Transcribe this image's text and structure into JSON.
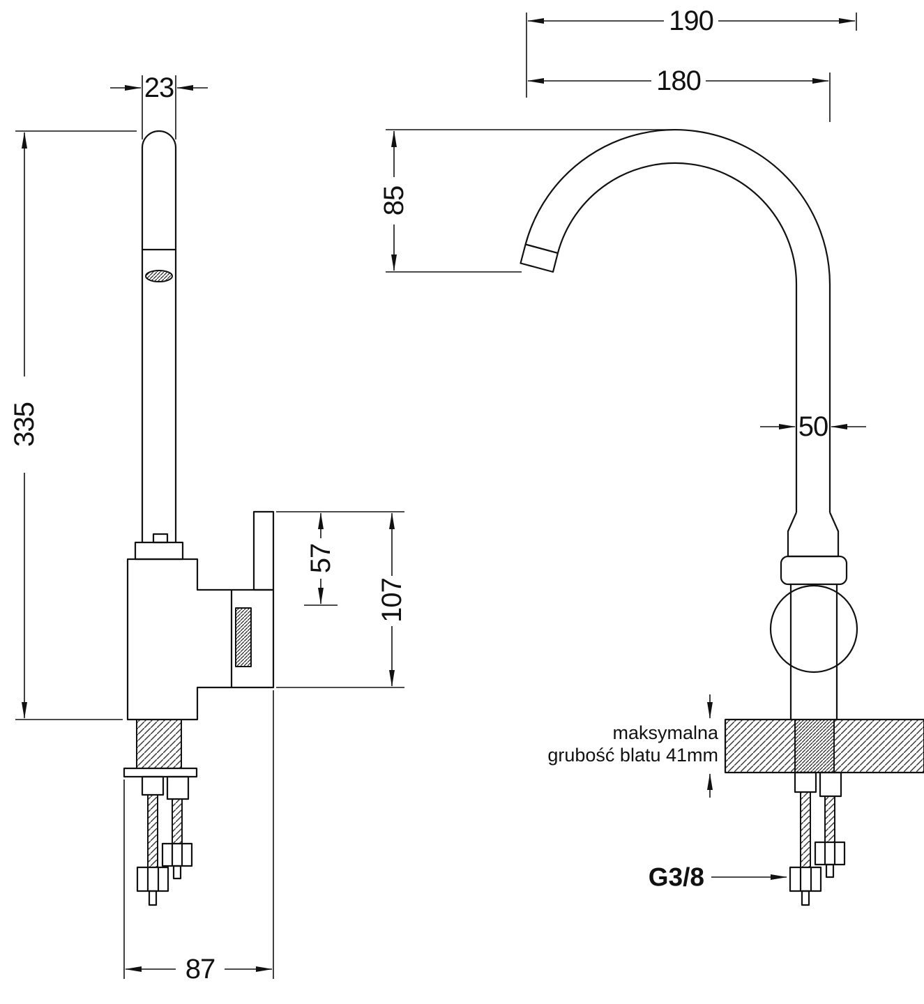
{
  "drawing": {
    "background": "#ffffff",
    "line_color": "#111111",
    "labels": {
      "dim_spout_pipe_width": "23",
      "dim_total_height": "335",
      "dim_handle_height": "57",
      "dim_body_height": "107",
      "dim_base_depth": "87",
      "dim_reach_outer": "190",
      "dim_reach_inner": "180",
      "dim_spout_drop": "85",
      "dim_column_width": "50",
      "note_line1": "maksymalna",
      "note_line2": "grubość blatu 41mm",
      "thread_size": "G3/8"
    }
  }
}
